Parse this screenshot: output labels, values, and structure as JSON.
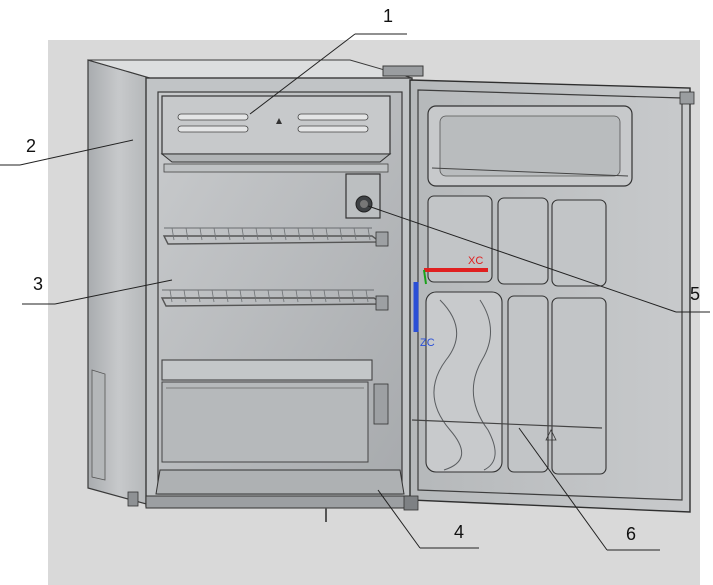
{
  "callouts": [
    {
      "id": "1",
      "label": "1"
    },
    {
      "id": "2",
      "label": "2"
    },
    {
      "id": "3",
      "label": "3"
    },
    {
      "id": "4",
      "label": "4"
    },
    {
      "id": "5",
      "label": "5"
    },
    {
      "id": "6",
      "label": "6"
    }
  ],
  "cad_axes": {
    "x_label": "XC",
    "z_label": "ZC"
  },
  "colors": {
    "background": "#ffffff",
    "viewport": "#d9d9d9",
    "body": "#cfd1d3",
    "interior": "#b9bcbf",
    "edge": "#3a3a3a",
    "leader": "#222222",
    "axis_x": "#e02020",
    "axis_y": "#1aa11a",
    "axis_z": "#2a4fd6"
  }
}
